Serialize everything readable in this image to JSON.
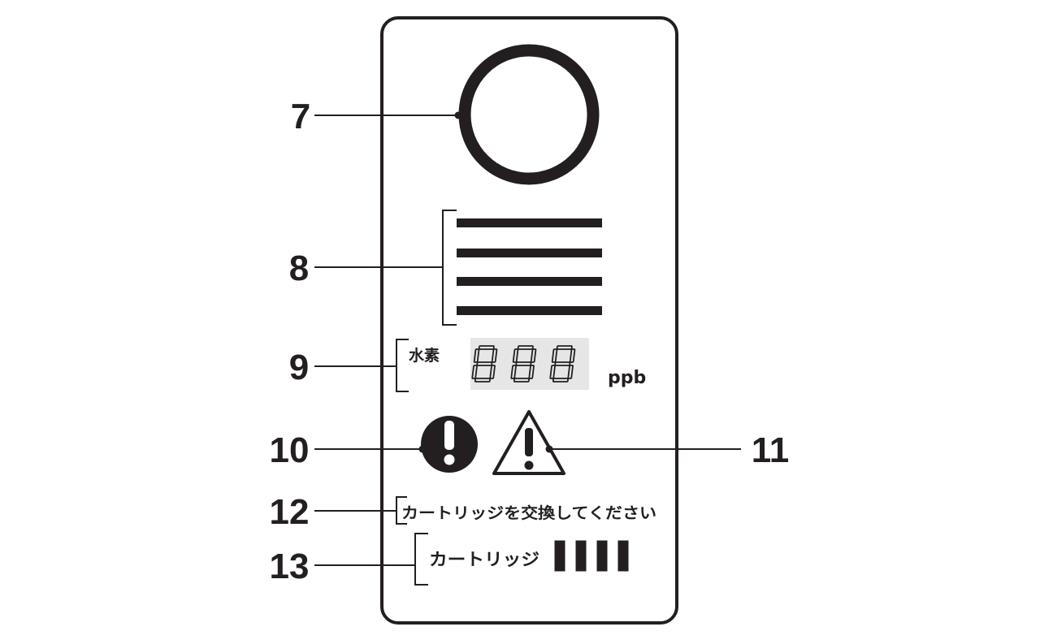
{
  "callouts": {
    "c7": "7",
    "c8": "8",
    "c9": "9",
    "c10": "10",
    "c11": "11",
    "c12": "12",
    "c13": "13"
  },
  "hydrogen_label": "水素",
  "digits": "888",
  "unit": "ppb",
  "replace_message": "カートリッジを交換してください",
  "cartridge_label": "カートリッジ",
  "cartridge_level": {
    "filled": 4,
    "total": 4
  },
  "icons": {
    "power": "ring-light-icon",
    "level_bars": "indicator-bars-icon",
    "error": "exclamation-circle-icon",
    "warning": "warning-triangle-icon"
  },
  "colors": {
    "ink": "#231f20",
    "display_bg": "#e6e6e6",
    "background": "#ffffff"
  }
}
